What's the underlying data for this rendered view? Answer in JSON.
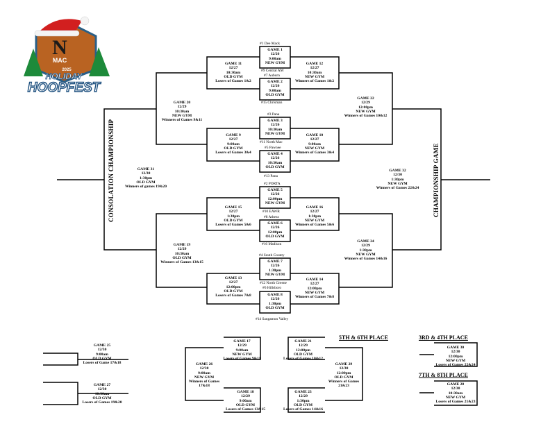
{
  "logo": {
    "letter": "N",
    "sub": "MAC",
    "year": "2025",
    "word1": "HOLIDAY",
    "word2": "HOOPFEST"
  },
  "titles": {
    "consolation": "CONSOLATION CHAMPIONSHIP",
    "championship": "CHAMPIONSHIP GAME",
    "fifth": "5TH & 6TH PLACE",
    "third": "3RD & 4TH PLACE",
    "seventh": "7TH & 8TH PLACE"
  },
  "teams": {
    "t1": "#1 Dee Mack",
    "t9": "#9 Central AM",
    "t7": "#7 Auburn",
    "t15": "#15 Chrisman",
    "t3": "#3 Pana",
    "t11": "#11 North Mac",
    "t5": "#5 Pawnee",
    "t13": "#13 Pana",
    "t2": "#2 PORTA",
    "t10": "#10 EAWR",
    "t8": "#8 Athens",
    "t16": "#16 Madison",
    "t4": "#4 South County",
    "t12": "#12 North Greene",
    "t6": "#6 Hillsboro",
    "t14": "#14 Sangamon Valley"
  },
  "games": {
    "g1": [
      "GAME 1",
      "12/26",
      "9:00am",
      "NEW GYM"
    ],
    "g2": [
      "GAME 2",
      "12/26",
      "9:00am",
      "OLD GYM"
    ],
    "g3": [
      "GAME 3",
      "12/26",
      "10:30am",
      "NEW GYM"
    ],
    "g4": [
      "GAME 4",
      "12/26",
      "10:30am",
      "OLD GYM"
    ],
    "g5": [
      "GAME 5",
      "12/26",
      "12:00pm",
      "NEW GYM"
    ],
    "g6": [
      "GAME 6",
      "12/26",
      "12:00pm",
      "OLD GYM"
    ],
    "g7": [
      "GAME 7",
      "12/26",
      "1:30pm",
      "NEW GYM"
    ],
    "g8": [
      "GAME 8",
      "12/26",
      "1:30pm",
      "OLD GYM"
    ],
    "g9": [
      "GAME 9",
      "12/27",
      "9:00am",
      "OLD GYM",
      "Losers of Games 3&4"
    ],
    "g10": [
      "GAME 10",
      "12/27",
      "9:00am",
      "NEW GYM",
      "Winners of Games 3&4"
    ],
    "g11": [
      "GAME 11",
      "12/27",
      "10:30am",
      "OLD GYM",
      "Losers of Games 1&2"
    ],
    "g12": [
      "GAME 12",
      "12/27",
      "10:30am",
      "NEW GYM",
      "Winners of Games 1&2"
    ],
    "g13": [
      "GAME 13",
      "12/27",
      "12:00pm",
      "OLD GYM",
      "Losers of Games 7&8"
    ],
    "g14": [
      "GAME 14",
      "12/27",
      "12:00pm",
      "NEW GYM",
      "Winners of Games 7&8"
    ],
    "g15": [
      "GAME 15",
      "12/27",
      "1:30pm",
      "OLD GYM",
      "Losers of Games 5&6"
    ],
    "g16": [
      "GAME 16",
      "12/27",
      "1:30pm",
      "NEW GYM",
      "Winners of Games 5&6"
    ],
    "g19": [
      "GAME 19",
      "12/29",
      "10:30am",
      "OLD GYM",
      "Winners of Games 13&15"
    ],
    "g20": [
      "GAME 20",
      "12/29",
      "10:30am",
      "NEW GYM",
      "Winners of Games 9&11"
    ],
    "g22": [
      "GAME 22",
      "12/29",
      "12:00pm",
      "NEW GYM",
      "Winners of Games 10&12"
    ],
    "g24": [
      "GAME 24",
      "12/29",
      "1:30pm",
      "NEW GYM",
      "Winners of Games 14&16"
    ],
    "g31": [
      "GAME 31",
      "12/30",
      "1:30pm",
      "OLD GYM",
      "Winners of games 19&20"
    ],
    "g32": [
      "GAME 32",
      "12/30",
      "1:30pm",
      "NEW GYM",
      "Winners of Games 22&24"
    ],
    "g25": [
      "GAME 25",
      "12/30",
      "9:00am",
      "OLD GYM",
      "Losers of Game 17&18"
    ],
    "g27": [
      "GAME 27",
      "12/30",
      "10:30am",
      "OLD GYM",
      "Losers of Games 19&20"
    ],
    "g17": [
      "GAME 17",
      "12/29",
      "9:00am",
      "NEW GYM",
      "Losers of Games 9&11"
    ],
    "g18": [
      "GAME 18",
      "12/29",
      "9:00am",
      "OLD GYM",
      "Losers of Games 13&15"
    ],
    "g21": [
      "GAME 21",
      "12/29",
      "12:00pm",
      "OLD GYM",
      "Losers of Games 10&12"
    ],
    "g23": [
      "GAME 23",
      "12/29",
      "1:30pm",
      "OLD GYM",
      "Losers of Games 14&16"
    ],
    "g26": [
      "GAME 26",
      "12/30",
      "9:00am",
      "NEW GYM",
      "Winners of Games",
      "17&18"
    ],
    "g29": [
      "GAME 29",
      "12/30",
      "12:00pm",
      "OLD GYM",
      "Winners of Games",
      "21&23"
    ],
    "g30": [
      "GAME 30",
      "12/30",
      "12:00pm",
      "NEW GYM",
      "Losers of Games 22&24"
    ],
    "g28": [
      "GAME 28",
      "12/30",
      "10:30am",
      "NEW GYM",
      "Losers of Games 21&23"
    ]
  }
}
